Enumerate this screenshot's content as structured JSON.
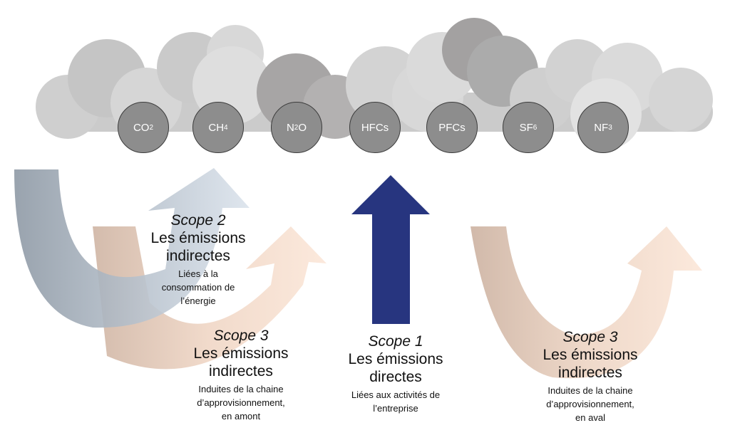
{
  "colors": {
    "direct_arrow": "#27357f",
    "scope2_dark": "#8e99a5",
    "scope2_light": "#dbe3ec",
    "scope3_light": "#f9e0cf",
    "scope3_dark": "#c9ad9b",
    "cloud_light": "#d4d4d4",
    "cloud_dark": "#a9a7a7",
    "gas_fill": "#8d8d8d"
  },
  "gases": [
    {
      "base": "CO",
      "sub": "2"
    },
    {
      "base": "CH",
      "sub": "4"
    },
    {
      "base": "N",
      "sub": "2",
      "tail": "O"
    },
    {
      "base": "HFCs"
    },
    {
      "base": "PFCs"
    },
    {
      "base": "SF",
      "sub": "6"
    },
    {
      "base": "NF",
      "sub": "3"
    }
  ],
  "scope2": {
    "title": "Scope 2",
    "line1": "Les émissions",
    "line2": "indirectes",
    "detail1": "Liées à la",
    "detail2": "consommation de",
    "detail3": "l’énergie"
  },
  "scope3_upstream": {
    "title": "Scope 3",
    "line1": "Les émissions",
    "line2": "indirectes",
    "detail1": "Induites de la chaine",
    "detail2": "d’approvisionnement,",
    "detail3": "en amont"
  },
  "scope1": {
    "title": "Scope 1",
    "line1": "Les émissions",
    "line2": "directes",
    "detail1": "Liées aux activités de",
    "detail2": "l’entreprise"
  },
  "scope3_downstream": {
    "title": "Scope 3",
    "line1": "Les émissions",
    "line2": "indirectes",
    "detail1": "Induites de la chaine",
    "detail2": "d’approvisionnement,",
    "detail3": "en aval"
  }
}
